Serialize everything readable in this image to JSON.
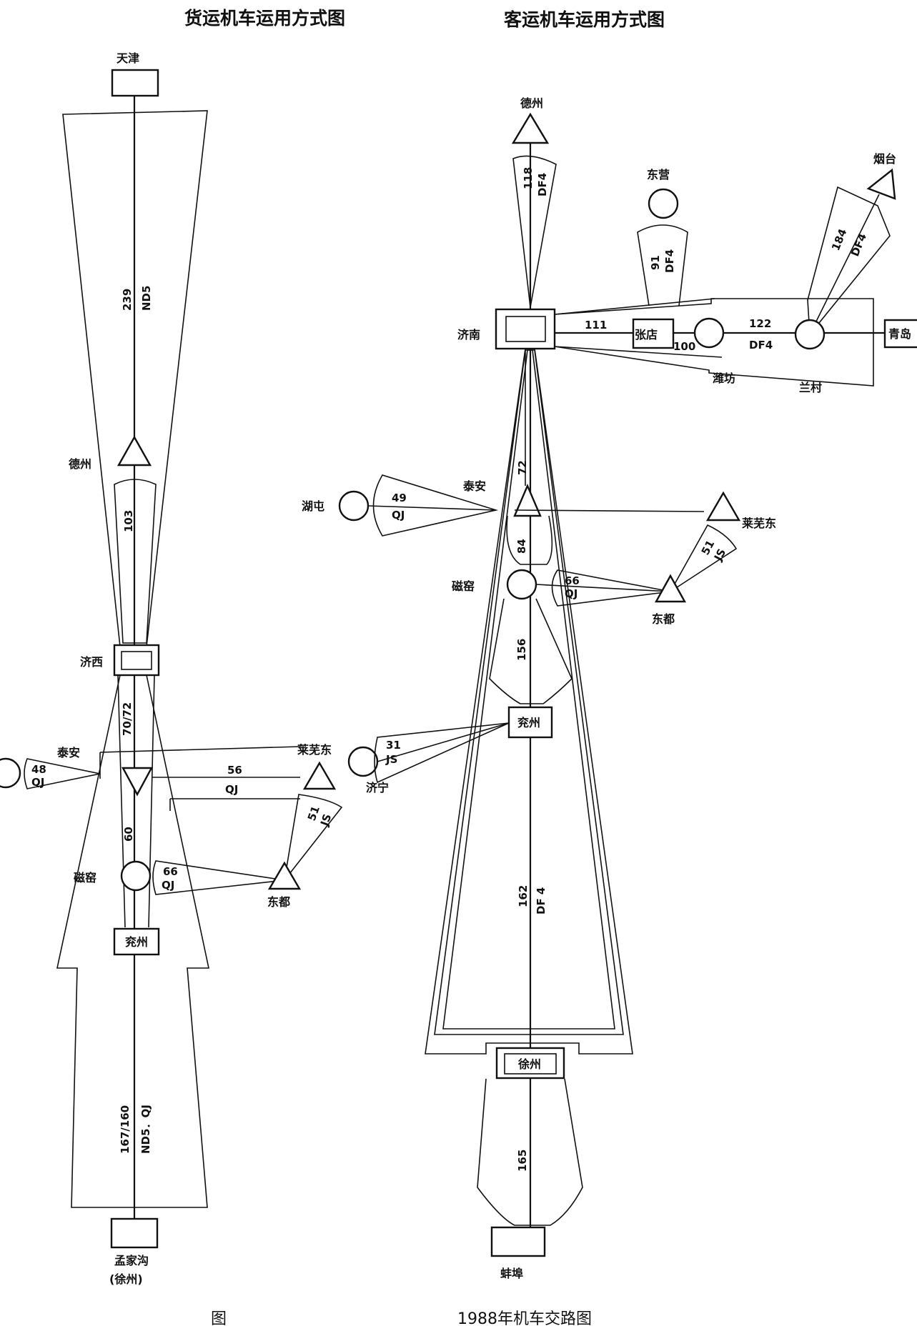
{
  "titles": {
    "freight": "货运机车运用方式图",
    "passenger": "客运机车运用方式图"
  },
  "caption": {
    "prefix": "图",
    "suffix": "1988年机车交路图"
  },
  "freight": {
    "stations": {
      "tianjin": "天津",
      "dezhou": "德州",
      "jixi": "济西",
      "taian": "泰安",
      "laiwudong": "莱芜东",
      "cirong": "磁窑",
      "dongdu": "东都",
      "yanzhou": "兖州",
      "mengjiagou": "孟家沟",
      "xuzhou_paren": "(徐州)"
    },
    "labels": {
      "main_north_num": "239",
      "main_north_type": "ND5",
      "dezhou_jixi_num": "103",
      "jixi_yanzhou_num": "70/72",
      "taian_cirong_num": "60",
      "taian_west_num": "48",
      "taian_west_type": "QJ",
      "taian_laiwu_num": "56",
      "taian_laiwu_type": "QJ",
      "dongdu_laiwu_num": "51",
      "dongdu_laiwu_type": "JS",
      "cirong_dongdu_num": "66",
      "cirong_dongdu_type": "QJ",
      "main_south_num": "167/160",
      "main_south_type": "ND5．QJ"
    }
  },
  "passenger": {
    "stations": {
      "dezhou": "德州",
      "dongying": "东营",
      "yantai": "烟台",
      "jinan": "济南",
      "zhangdian": "张店",
      "qingdao": "青岛",
      "weifang": "潍坊",
      "lancun": "兰村",
      "huzhen": "湖屯",
      "taian": "泰安",
      "laiwudong": "莱芜东",
      "cirong": "磁窑",
      "dongdu": "东都",
      "jining": "济宁",
      "yanzhou": "兖州",
      "xuzhou": "徐州",
      "bengbu": "蚌埠"
    },
    "labels": {
      "dezhou_num": "118",
      "dezhou_type": "DF4",
      "dongying_num": "91",
      "dongying_type": "DF4",
      "yantai_num": "184",
      "yantai_type": "DF4",
      "zhangdian_num": "111",
      "zhangdian_inner_num": "100",
      "lancun_num": "122",
      "lancun_type": "DF4",
      "huzhen_num": "49",
      "huzhen_type": "QJ",
      "taian_num": "72",
      "dongdu_laiwu_num": "51",
      "dongdu_laiwu_type": "JS",
      "cirong_num": "84",
      "cirong_dongdu_num": "66",
      "cirong_dongdu_type": "QJ",
      "yanzhou_num": "156",
      "jining_num": "31",
      "jining_type": "JS",
      "xuzhou_num": "162",
      "xuzhou_type": "DF 4",
      "bengbu_num": "165"
    }
  }
}
